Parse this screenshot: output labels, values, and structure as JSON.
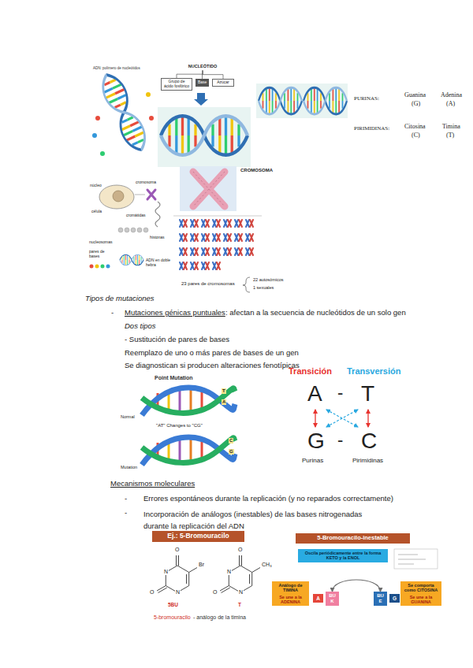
{
  "diagram": {
    "nodes": [
      {
        "text": [
          "NUCLEÓTIDO"
        ]
      },
      {
        "text": [
          "Grupo de ácido fosfórico"
        ]
      },
      {
        "text": [
          "Base"
        ]
      },
      {
        "text": [
          "Azúcar"
        ]
      },
      {
        "text": [
          "Ej.: 5-Bromouracilo"
        ]
      },
      {
        "text": [
          "5-Bromouracilo-inestable"
        ]
      },
      {
        "text": [
          "Oscila periódicamente entre la forma KETO y la ENOL"
        ]
      },
      {
        "text": [
          "Análogo de TIMINA",
          "Se une a la ADENINA"
        ]
      },
      {
        "text": [
          "A"
        ]
      },
      {
        "text": [
          "BU K"
        ]
      },
      {
        "text": [
          "BU E"
        ]
      },
      {
        "text": [
          "G"
        ]
      },
      {
        "text": [
          "Se comporta como CITOSINA",
          "Se une a la GUANINA"
        ]
      }
    ],
    "edges": [
      {
        "from": 0,
        "to": 1,
        "arrow": "none"
      },
      {
        "from": 0,
        "to": 2,
        "arrow": "none"
      },
      {
        "from": 0,
        "to": 3,
        "arrow": "none"
      },
      {
        "from": 9,
        "to": 10,
        "arrow": "both"
      }
    ],
    "labels": [
      "ADN: polímero de nucleótidos",
      "PURINAS:",
      "Guanina",
      "(G)",
      "Adenina",
      "(A)",
      "PIRIMIDINAS:",
      "Citosina",
      "(C)",
      "Timina",
      "(T)",
      "núcleo",
      "cromosoma",
      "célula",
      "cromátidas",
      "nucleosomas",
      "pares de bases",
      "histonas",
      "ADN en doble hebra",
      "CROMOSOMA",
      "23 pares de cromosomas",
      "22 autosómicos",
      "1 sexuales",
      "Tipos de mutaciones",
      "-",
      "Mutaciones génicas puntuales",
      ": afectan a la secuencia de nucleótidos de un solo gen",
      "Dos tipos",
      "- Sustitución de pares de bases",
      "Reemplazo de uno o más pares de bases de un gen",
      "Se diagnostican si producen alteraciones fenotípicas",
      "Point Mutation",
      "Normal",
      "\"AT\" Changes to \"CG\"",
      "Mutation",
      "T",
      "A",
      "C",
      "G",
      "Transición",
      "Transversión",
      "A",
      "-",
      "T",
      "G",
      "-",
      "C",
      "Purinas",
      "Pirimidinas",
      "Mecanismos moleculares",
      "-",
      "Errores espontáneos durante la replicación (y no reparados correctamente)",
      "-",
      "Incorporación de análogos (inestables) de las bases nitrogenadas durante la replicación del ADN",
      "O",
      "N",
      "Br",
      "O",
      "N",
      "O",
      "N",
      "CH₃",
      "O",
      "N",
      "5BU",
      "T",
      "5-bromouracilo",
      "- análogo de la timina"
    ]
  }
}
